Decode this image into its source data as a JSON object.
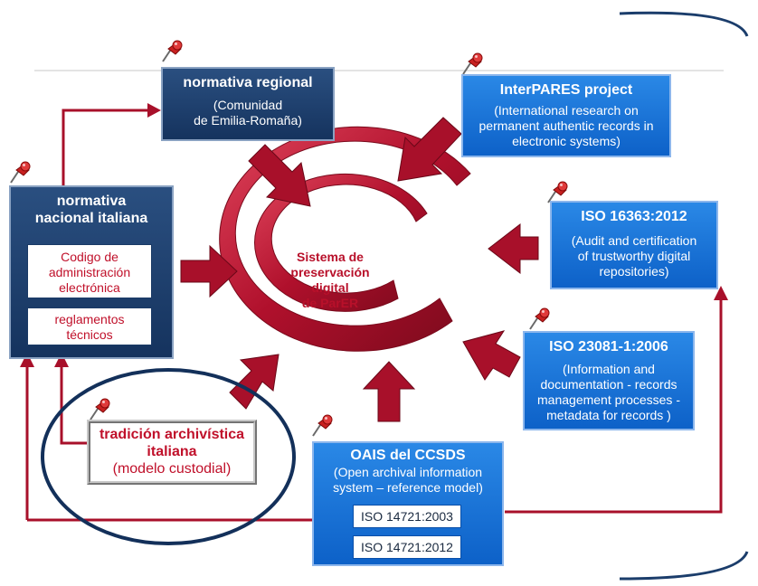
{
  "center": {
    "line1": "Sistema de",
    "line2": "preservación digital",
    "line3": "de ParER"
  },
  "regional": {
    "title": "normativa regional",
    "sub1": "(Comunidad",
    "sub2": "de Emilia-Romaña)"
  },
  "nacional": {
    "title1": "normativa",
    "title2": "nacional italiana",
    "codigo": [
      "Codigo de",
      "administración",
      "electrónica"
    ],
    "reglamentos": [
      "reglamentos",
      "técnicos"
    ]
  },
  "interpares": {
    "title": "InterPARES project",
    "sub": [
      "(International research on",
      "permanent authentic records in",
      "electronic systems)"
    ]
  },
  "iso16363": {
    "title": "ISO 16363:2012",
    "sub": [
      "(Audit and certification",
      "of trustworthy digital",
      "repositories)"
    ]
  },
  "iso23081": {
    "title": "ISO 23081-1:2006",
    "sub": [
      "(Information and",
      "documentation - records",
      "management processes -",
      "metadata for records )"
    ]
  },
  "oais": {
    "title": "OAIS del CCSDS",
    "sub": [
      "(Open archival information",
      "system – reference model)"
    ],
    "iso1": "ISO 14721:2003",
    "iso2": "ISO 14721:2012"
  },
  "tradicion": {
    "line1": "tradición archivística",
    "line2": "italiana",
    "line3": "(modelo custodial)"
  },
  "colors": {
    "accent": "#a8102a",
    "dark_box": "#1b3d6b",
    "blue_box": "#1a73d8",
    "ellipse": "#13305a"
  },
  "icons": [
    "pushpin-icon"
  ]
}
